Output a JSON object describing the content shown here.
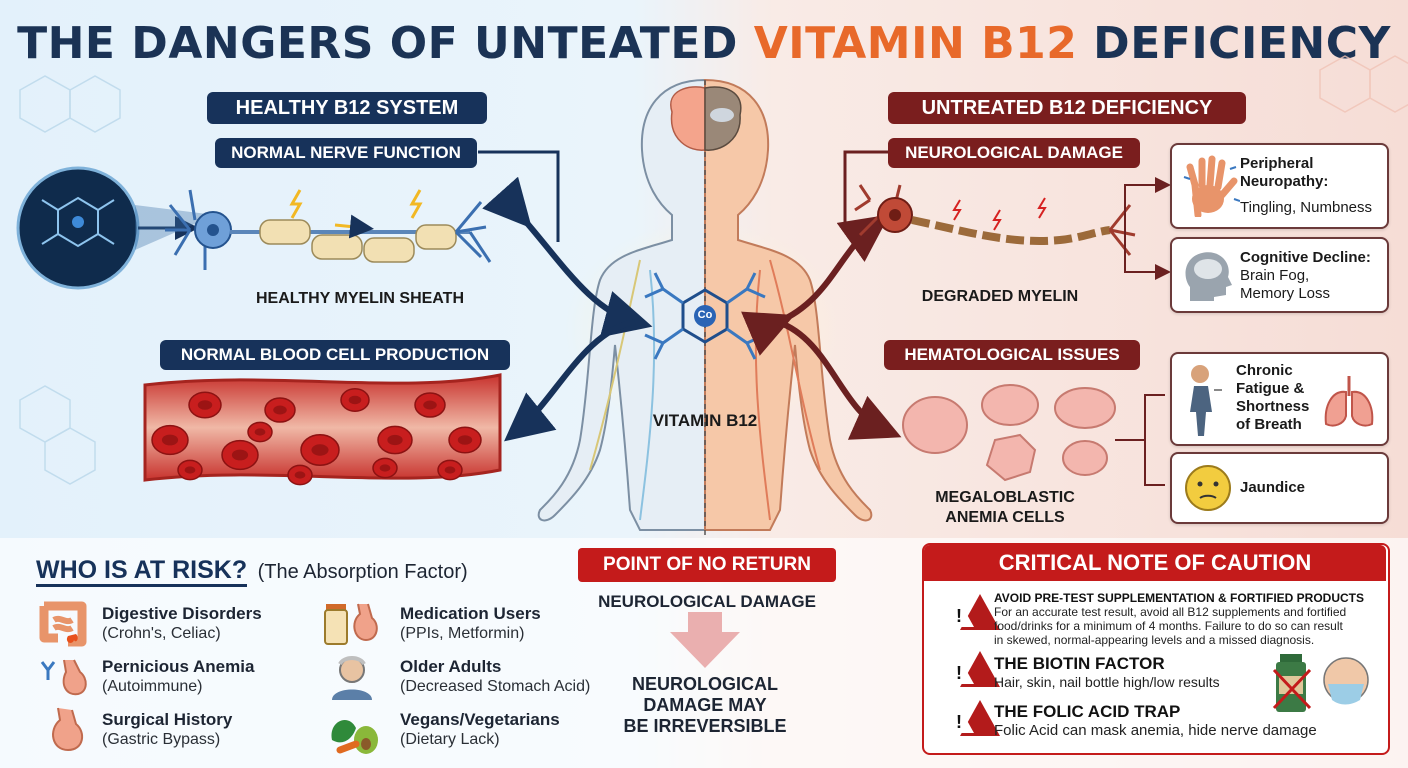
{
  "title": {
    "part1": "THE DANGERS OF UNTEATED ",
    "highlight": "VITAMIN B12",
    "part2": " DEFICIENCY"
  },
  "left": {
    "header": "HEALTHY B12 SYSTEM",
    "nerve_label": "NORMAL NERVE FUNCTION",
    "myelin_label": "HEALTHY MYELIN SHEATH",
    "blood_label": "NORMAL BLOOD CELL PRODUCTION"
  },
  "center": {
    "vitamin_label": "VITAMIN B12",
    "co_symbol": "Co"
  },
  "right": {
    "header": "UNTREATED B12 DEFICIENCY",
    "neuro_label": "NEUROLOGICAL DAMAGE",
    "degraded_label": "DEGRADED MYELIN",
    "hemato_label": "HEMATOLOGICAL ISSUES",
    "megalo_label_1": "MEGALOBLASTIC",
    "megalo_label_2": "ANEMIA CELLS",
    "symptoms": [
      {
        "title_1": "Peripheral",
        "title_2": "Neuropathy:",
        "desc": "Tingling, Numbness"
      },
      {
        "title_1": "Cognitive Decline:",
        "desc_1": "Brain Fog,",
        "desc_2": "Memory Loss"
      },
      {
        "title_1": "Chronic",
        "title_2": "Fatigue &",
        "title_3": "Shortness",
        "title_4": "of Breath"
      },
      {
        "title_1": "Jaundice"
      }
    ]
  },
  "risk": {
    "header": "WHO IS AT RISK?",
    "subheader": "(The Absorption Factor)",
    "items": [
      {
        "name": "Digestive Disorders",
        "sub": "(Crohn's, Celiac)"
      },
      {
        "name": "Pernicious Anemia",
        "sub": "(Autoimmune)"
      },
      {
        "name": "Surgical History",
        "sub": "(Gastric Bypass)"
      },
      {
        "name": "Medication Users",
        "sub": "(PPIs, Metformin)"
      },
      {
        "name": "Older Adults",
        "sub": "(Decreased Stomach Acid)"
      },
      {
        "name": "Vegans/Vegetarians",
        "sub": "(Dietary Lack)"
      }
    ]
  },
  "no_return": {
    "header": "POINT OF NO RETURN",
    "sub": "NEUROLOGICAL DAMAGE",
    "line1": "NEUROLOGICAL",
    "line2": "DAMAGE MAY",
    "line3": "BE IRREVERSIBLE"
  },
  "caution": {
    "header": "CRITICAL NOTE OF CAUTION",
    "items": [
      {
        "title": "AVOID PRE-TEST SUPPLEMENTATION & FORTIFIED PRODUCTS",
        "l1": "For an accurate test result, avoid all B12 supplements and fortified",
        "l2": "food/drinks for a minimum of 4 months. Failure to do so can result",
        "l3": "in skewed, normal-appearing levels and a missed diagnosis."
      },
      {
        "title": "THE BIOTIN FACTOR",
        "l1": "Hair, skin, nail bottle high/low results"
      },
      {
        "title": "THE FOLIC ACID TRAP",
        "l1": "Folic Acid can mask anemia, hide nerve damage"
      }
    ]
  },
  "colors": {
    "navy": "#17325a",
    "maroon": "#7a1e1e",
    "accent": "#e8692a",
    "alert": "#c41b1b"
  }
}
